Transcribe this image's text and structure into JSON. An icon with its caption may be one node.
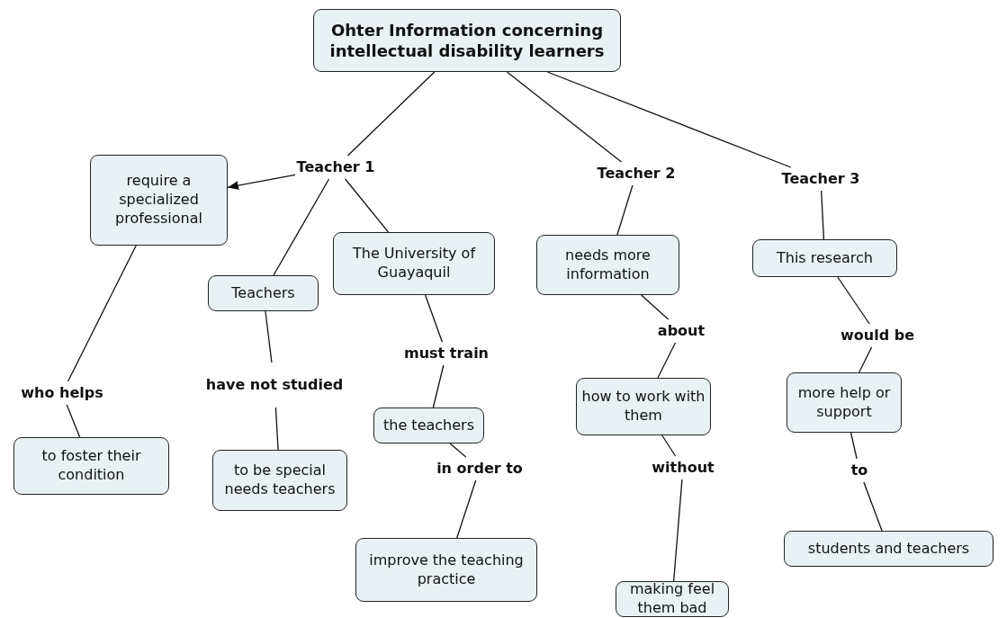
{
  "diagram": {
    "nodes": [
      {
        "text": [
          "Ohter Information concerning intellectual disability learners"
        ]
      },
      {
        "text": [
          "Teacher 1"
        ]
      },
      {
        "text": [
          "Teacher 2"
        ]
      },
      {
        "text": [
          "Teacher 3"
        ]
      },
      {
        "text": [
          "require a specialized professional"
        ]
      },
      {
        "text": [
          "Teachers"
        ]
      },
      {
        "text": [
          "The University of Guayaquil"
        ]
      },
      {
        "text": [
          "who helps"
        ]
      },
      {
        "text": [
          "to foster their condition"
        ]
      },
      {
        "text": [
          "have not studied"
        ]
      },
      {
        "text": [
          "to be special needs teachers"
        ]
      },
      {
        "text": [
          "must train"
        ]
      },
      {
        "text": [
          "the teachers"
        ]
      },
      {
        "text": [
          "in order to"
        ]
      },
      {
        "text": [
          "improve the teaching practice"
        ]
      },
      {
        "text": [
          "needs more information"
        ]
      },
      {
        "text": [
          "about"
        ]
      },
      {
        "text": [
          "how to work with them"
        ]
      },
      {
        "text": [
          "without"
        ]
      },
      {
        "text": [
          "making feel them bad"
        ]
      },
      {
        "text": [
          "This research"
        ]
      },
      {
        "text": [
          "would be"
        ]
      },
      {
        "text": [
          "more help or support"
        ]
      },
      {
        "text": [
          "to"
        ]
      },
      {
        "text": [
          "students and teachers"
        ]
      }
    ],
    "edges": [
      {
        "from": 0,
        "to": 1,
        "arrow": "none"
      },
      {
        "from": 0,
        "to": 2,
        "arrow": "none"
      },
      {
        "from": 0,
        "to": 3,
        "arrow": "none"
      },
      {
        "from": 1,
        "to": 4,
        "arrow": "to"
      },
      {
        "from": 1,
        "to": 5,
        "arrow": "none"
      },
      {
        "from": 1,
        "to": 6,
        "arrow": "none"
      },
      {
        "from": 4,
        "to": 7,
        "arrow": "none"
      },
      {
        "from": 7,
        "to": 8,
        "arrow": "none"
      },
      {
        "from": 5,
        "to": 9,
        "arrow": "none"
      },
      {
        "from": 9,
        "to": 10,
        "arrow": "none"
      },
      {
        "from": 6,
        "to": 11,
        "arrow": "none"
      },
      {
        "from": 11,
        "to": 12,
        "arrow": "none"
      },
      {
        "from": 12,
        "to": 13,
        "arrow": "none"
      },
      {
        "from": 13,
        "to": 14,
        "arrow": "none"
      },
      {
        "from": 2,
        "to": 15,
        "arrow": "none"
      },
      {
        "from": 15,
        "to": 16,
        "arrow": "none"
      },
      {
        "from": 16,
        "to": 17,
        "arrow": "none"
      },
      {
        "from": 17,
        "to": 18,
        "arrow": "none"
      },
      {
        "from": 18,
        "to": 19,
        "arrow": "none"
      },
      {
        "from": 3,
        "to": 20,
        "arrow": "none"
      },
      {
        "from": 20,
        "to": 21,
        "arrow": "none"
      },
      {
        "from": 21,
        "to": 22,
        "arrow": "none"
      },
      {
        "from": 22,
        "to": 23,
        "arrow": "none"
      },
      {
        "from": 23,
        "to": 24,
        "arrow": "none"
      }
    ]
  }
}
